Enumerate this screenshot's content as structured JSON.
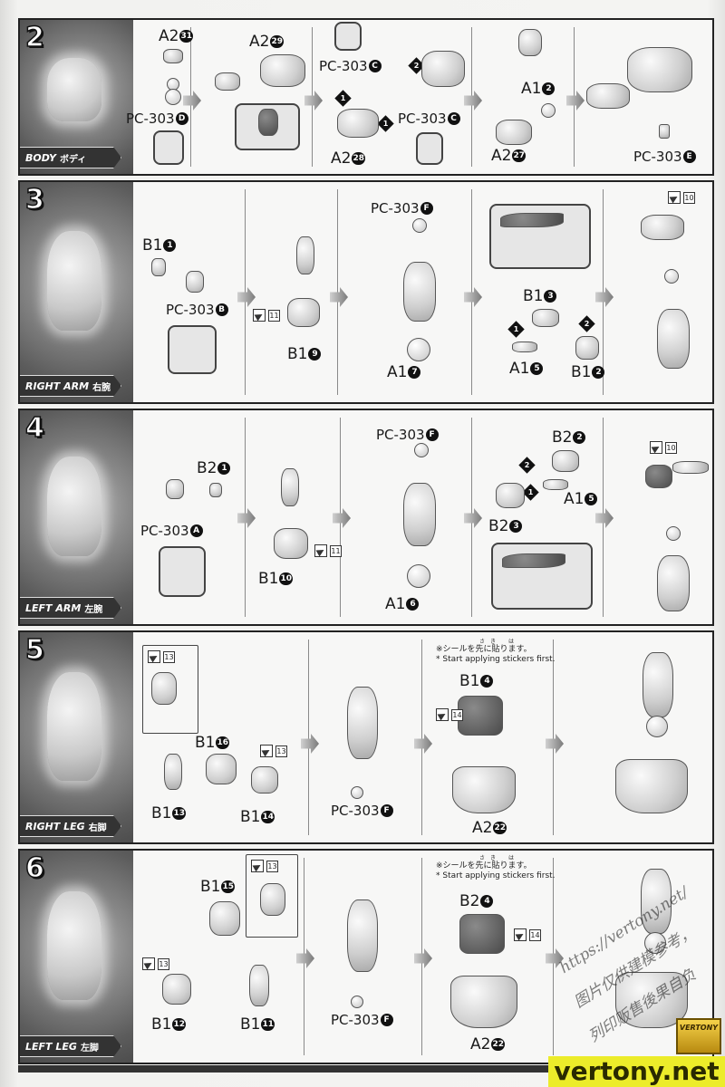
{
  "steps": [
    {
      "number": "2",
      "label_en": "BODY",
      "label_jp": "ボディ",
      "parts": [
        {
          "code": "A2",
          "num": "31"
        },
        {
          "code": "PC-303",
          "num": "D"
        },
        {
          "code": "A2",
          "num": "29"
        },
        {
          "code": "PC-303",
          "num": "C"
        },
        {
          "code": "PC-303",
          "num": "C"
        },
        {
          "code": "A2",
          "num": "28"
        },
        {
          "code": "A1",
          "num": "2"
        },
        {
          "code": "A2",
          "num": "27"
        },
        {
          "code": "PC-303",
          "num": "E"
        }
      ],
      "order": [
        "2",
        "1",
        "1"
      ]
    },
    {
      "number": "3",
      "label_en": "RIGHT ARM",
      "label_jp": "右腕",
      "parts": [
        {
          "code": "B1",
          "num": "1"
        },
        {
          "code": "PC-303",
          "num": "B"
        },
        {
          "code": "B1",
          "num": "9"
        },
        {
          "code": "PC-303",
          "num": "F"
        },
        {
          "code": "A1",
          "num": "7"
        },
        {
          "code": "B1",
          "num": "3"
        },
        {
          "code": "A1",
          "num": "5"
        },
        {
          "code": "B1",
          "num": "2"
        }
      ],
      "stickers": [
        "11",
        "10"
      ],
      "order": [
        "1",
        "2"
      ]
    },
    {
      "number": "4",
      "label_en": "LEFT ARM",
      "label_jp": "左腕",
      "parts": [
        {
          "code": "B2",
          "num": "1"
        },
        {
          "code": "PC-303",
          "num": "A"
        },
        {
          "code": "B1",
          "num": "10"
        },
        {
          "code": "PC-303",
          "num": "F"
        },
        {
          "code": "A1",
          "num": "6"
        },
        {
          "code": "B2",
          "num": "2"
        },
        {
          "code": "A1",
          "num": "5"
        },
        {
          "code": "B2",
          "num": "3"
        }
      ],
      "stickers": [
        "11",
        "10"
      ],
      "order": [
        "2",
        "1"
      ]
    },
    {
      "number": "5",
      "label_en": "RIGHT LEG",
      "label_jp": "右脚",
      "parts": [
        {
          "code": "B1",
          "num": "16"
        },
        {
          "code": "B1",
          "num": "13"
        },
        {
          "code": "B1",
          "num": "14"
        },
        {
          "code": "PC-303",
          "num": "F"
        },
        {
          "code": "B1",
          "num": "4"
        },
        {
          "code": "A2",
          "num": "22"
        }
      ],
      "stickers": [
        "13",
        "13",
        "14"
      ],
      "note_jp": "※シールを先に貼ります。",
      "note_ruby": [
        "さき",
        "は"
      ],
      "note_en": "* Start applying stickers first."
    },
    {
      "number": "6",
      "label_en": "LEFT LEG",
      "label_jp": "左脚",
      "parts": [
        {
          "code": "B1",
          "num": "15"
        },
        {
          "code": "B1",
          "num": "12"
        },
        {
          "code": "B1",
          "num": "11"
        },
        {
          "code": "PC-303",
          "num": "F"
        },
        {
          "code": "B2",
          "num": "4"
        },
        {
          "code": "A2",
          "num": "22"
        }
      ],
      "stickers": [
        "13",
        "13",
        "14"
      ],
      "note_jp": "※シールを先に貼ります。",
      "note_ruby": [
        "さき",
        "は"
      ],
      "note_en": "* Start applying stickers first."
    }
  ],
  "watermark": {
    "url": "https://vertony.net/",
    "line1": "图片仅供建模参考，",
    "line2": "列印贩售後果自负",
    "brand": "vertony.net",
    "logo": "VERTONY"
  }
}
